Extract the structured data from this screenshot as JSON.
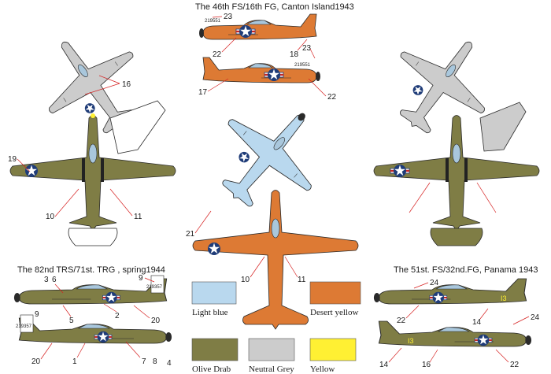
{
  "captions": {
    "canton": "The 46th FS/16th FG, Canton Island1943",
    "trs": "The 82nd TRS/71st. TRG , spring1944",
    "panama": "The 51st. FS/32nd.FG, Panama 1943"
  },
  "serials": {
    "canton": "219551",
    "trs": "219357",
    "panama": "I3"
  },
  "legend": [
    {
      "label": "Light blue",
      "color": "#b9d8ee"
    },
    {
      "label": "Desert yellow",
      "color": "#dd7a34"
    },
    {
      "label": "Olive Drab",
      "color": "#7f7d45"
    },
    {
      "label": "Neutral Grey",
      "color": "#cccccc"
    },
    {
      "label": "Yellow",
      "color": "#fff033"
    }
  ],
  "callouts": {
    "c1": "16",
    "c2": "19",
    "c3": "10",
    "c4": "11",
    "c5": "23",
    "c6": "22",
    "c7": "18",
    "c8": "23",
    "c9": "17",
    "c10": "22",
    "c11": "21",
    "c12": "10",
    "c13": "11",
    "c14": "3",
    "c15": "6",
    "c16": "9",
    "c17": "9",
    "c18": "5",
    "c19": "2",
    "c20": "20",
    "c21": "20",
    "c22": "1",
    "c23": "7",
    "c24": "8",
    "c25": "4",
    "c26": "24",
    "c27": "22",
    "c28": "14",
    "c29": "24",
    "c30": "14",
    "c31": "16",
    "c32": "22"
  },
  "colors": {
    "olive": "#7f7d45",
    "grey": "#cccccc",
    "blue": "#b9d8ee",
    "desert": "#dd7a34",
    "yellow": "#fff033",
    "white": "#ffffff",
    "red_leader": "#d62020"
  }
}
